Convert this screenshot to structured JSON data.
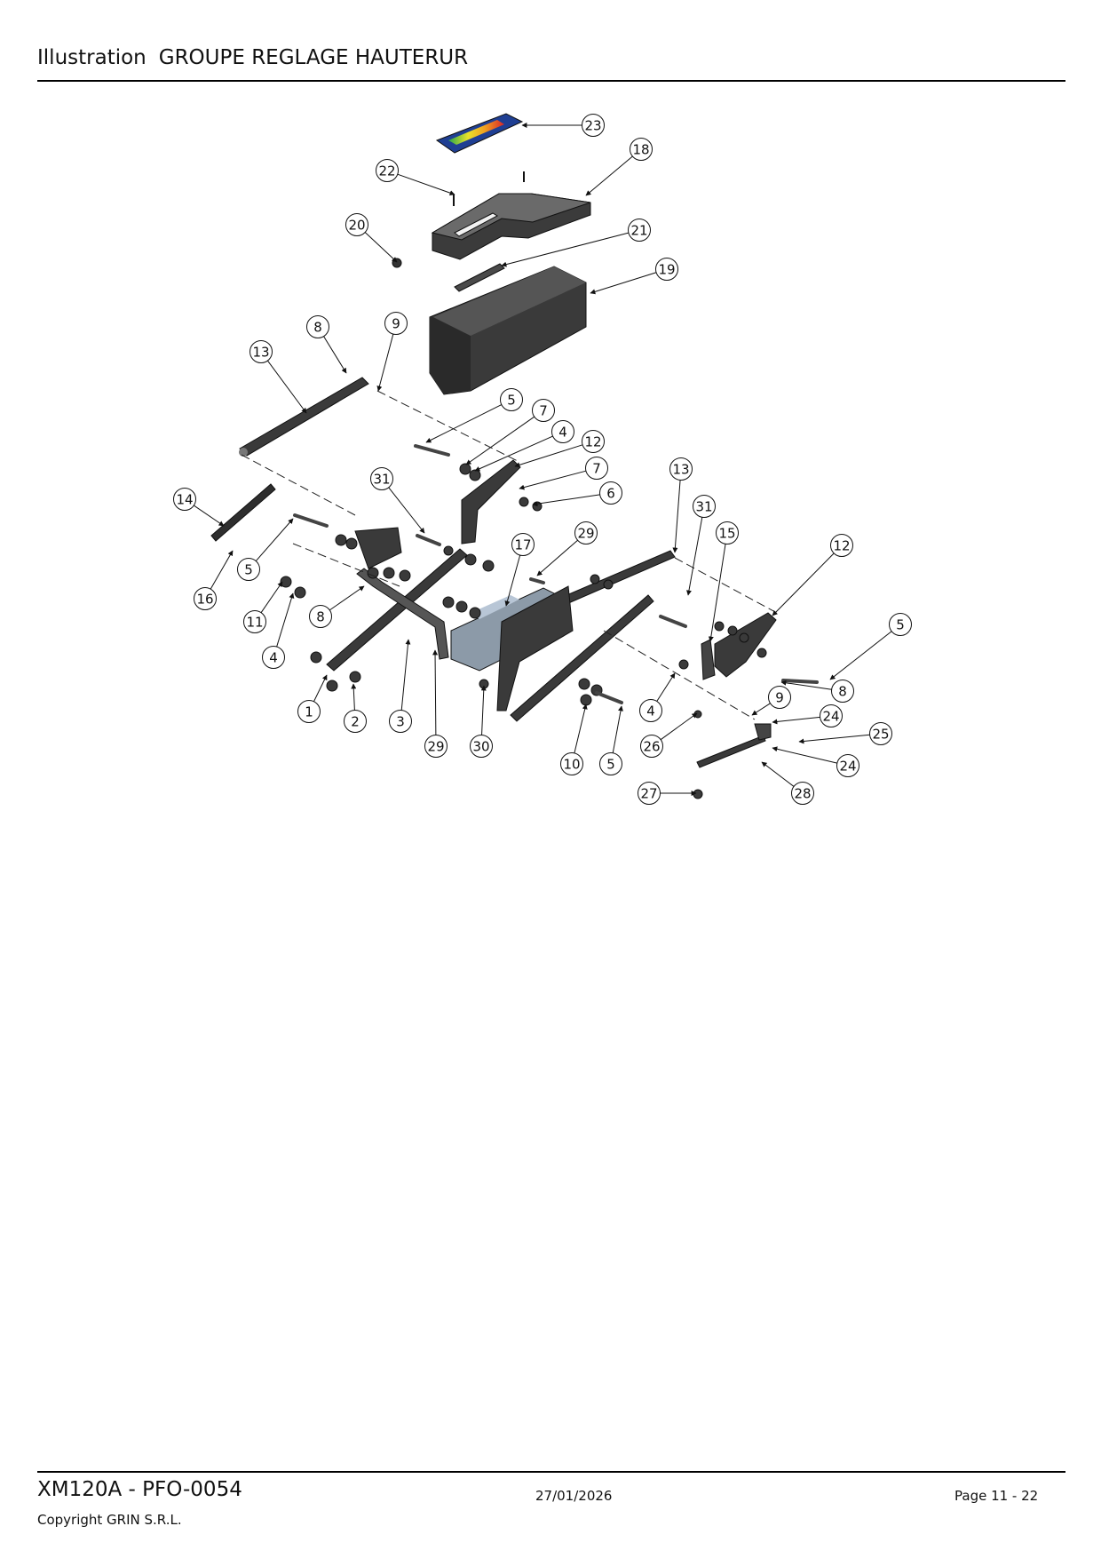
{
  "header": {
    "label": "Illustration",
    "title": "GROUPE REGLAGE HAUTERUR"
  },
  "diagram": {
    "callouts": [
      {
        "id": "c23",
        "text": "23"
      },
      {
        "id": "c18",
        "text": "18"
      },
      {
        "id": "c22",
        "text": "22"
      },
      {
        "id": "c20",
        "text": "20"
      },
      {
        "id": "c21",
        "text": "21"
      },
      {
        "id": "c19",
        "text": "19"
      },
      {
        "id": "c8a",
        "text": "8"
      },
      {
        "id": "c9a",
        "text": "9"
      },
      {
        "id": "c13a",
        "text": "13"
      },
      {
        "id": "c5a",
        "text": "5"
      },
      {
        "id": "c7a",
        "text": "7"
      },
      {
        "id": "c4a",
        "text": "4"
      },
      {
        "id": "c12a",
        "text": "12"
      },
      {
        "id": "c7b",
        "text": "7"
      },
      {
        "id": "c6",
        "text": "6"
      },
      {
        "id": "c13b",
        "text": "13"
      },
      {
        "id": "c31a",
        "text": "31"
      },
      {
        "id": "c31b",
        "text": "31"
      },
      {
        "id": "c14",
        "text": "14"
      },
      {
        "id": "c15",
        "text": "15"
      },
      {
        "id": "c12b",
        "text": "12"
      },
      {
        "id": "c17",
        "text": "17"
      },
      {
        "id": "c29a",
        "text": "29"
      },
      {
        "id": "c5b",
        "text": "5"
      },
      {
        "id": "c16",
        "text": "16"
      },
      {
        "id": "c11",
        "text": "11"
      },
      {
        "id": "c8b",
        "text": "8"
      },
      {
        "id": "c5c",
        "text": "5"
      },
      {
        "id": "c4b",
        "text": "4"
      },
      {
        "id": "c8c",
        "text": "8"
      },
      {
        "id": "c1",
        "text": "1"
      },
      {
        "id": "c2",
        "text": "2"
      },
      {
        "id": "c3",
        "text": "3"
      },
      {
        "id": "c4c",
        "text": "4"
      },
      {
        "id": "c9b",
        "text": "9"
      },
      {
        "id": "c24a",
        "text": "24"
      },
      {
        "id": "c25",
        "text": "25"
      },
      {
        "id": "c26",
        "text": "26"
      },
      {
        "id": "c24b",
        "text": "24"
      },
      {
        "id": "c29b",
        "text": "29"
      },
      {
        "id": "c30",
        "text": "30"
      },
      {
        "id": "c10",
        "text": "10"
      },
      {
        "id": "c5d",
        "text": "5"
      },
      {
        "id": "c27",
        "text": "27"
      },
      {
        "id": "c28",
        "text": "28"
      }
    ]
  },
  "footer": {
    "doc_code": "XM120A - PFO-0054",
    "date": "27/01/2026",
    "page": "Page 11 - 22",
    "copyright": "Copyright GRIN S.R.L."
  }
}
